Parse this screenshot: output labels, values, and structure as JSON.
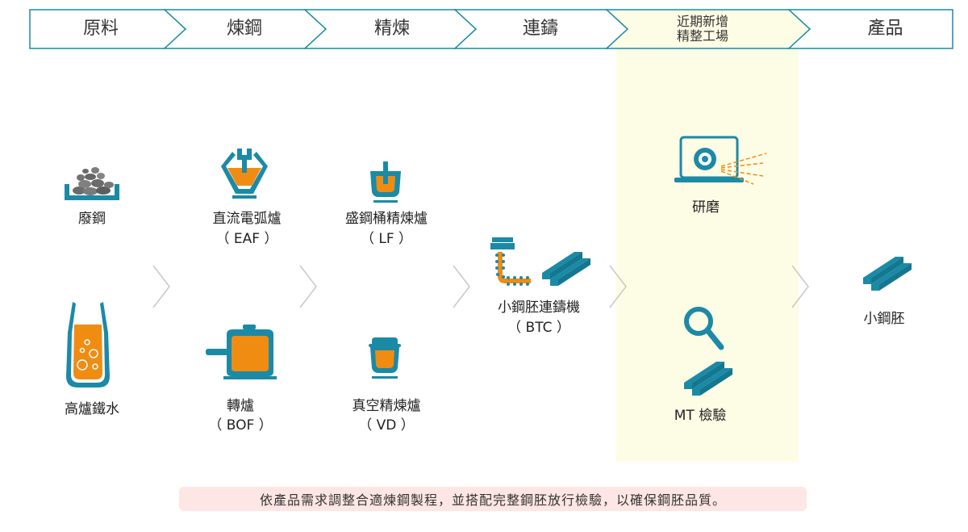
{
  "stages": [
    {
      "label": "原料"
    },
    {
      "label": "煉鋼"
    },
    {
      "label": "精煉"
    },
    {
      "label": "連鑄"
    },
    {
      "label_line1": "近期新增",
      "label_line2": "精整工場"
    },
    {
      "label": "產品"
    }
  ],
  "raw": {
    "scrap": "廢鋼",
    "hot_metal": "高爐鐵水"
  },
  "steelmaking": {
    "eaf_name": "直流電弧爐",
    "eaf_code": "（ EAF ）",
    "bof_name": "轉爐",
    "bof_code": "（ BOF ）"
  },
  "refining": {
    "lf_name": "盛鋼桶精煉爐",
    "lf_code": "（ LF ）",
    "vd_name": "真空精煉爐",
    "vd_code": "（ VD ）"
  },
  "casting": {
    "btc_name": "小鋼胚連鑄機",
    "btc_code": "（ BTC ）"
  },
  "finishing": {
    "grinding": "研磨",
    "mt": "MT 檢驗"
  },
  "product": {
    "billet": "小鋼胚"
  },
  "footer": {
    "note": "依產品需求調整合適煉鋼製程，並搭配完整鋼胚放行檢驗，以確保鋼胚品質。"
  },
  "colors": {
    "teal": "#1b8aa6",
    "orange": "#f08c12",
    "highlight": "#fdfde6",
    "note_bg": "#fde6e3",
    "rock": "#6b6b6b"
  }
}
